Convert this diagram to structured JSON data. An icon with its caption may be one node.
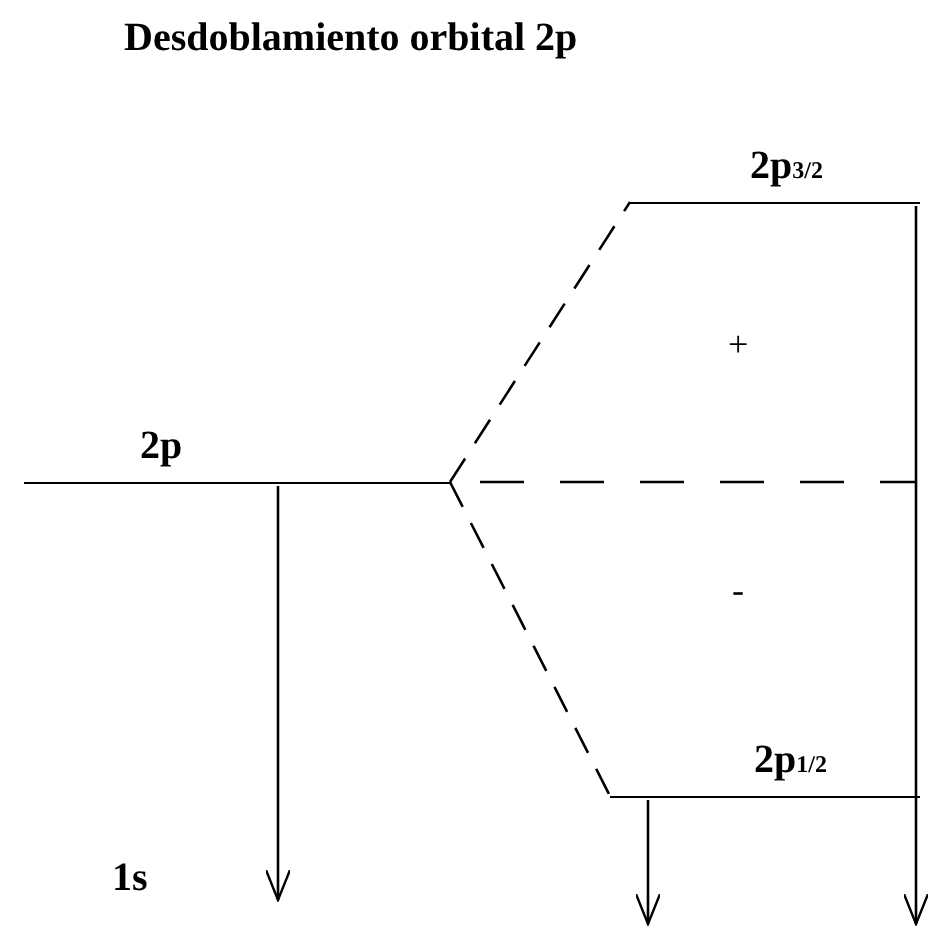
{
  "diagram": {
    "title": "Desdoblamiento orbital 2p",
    "nodes": [
      {
        "text": [
          "2p"
        ]
      },
      {
        "text": [
          "2p$_{3/2}$"
        ]
      },
      {
        "text": [
          "2p$_{1/2}$"
        ]
      }
    ],
    "edges": [
      {
        "from": 0,
        "to": 1,
        "arrow": "none",
        "style": "dashed"
      },
      {
        "from": 0,
        "to": 2,
        "arrow": "none",
        "style": "dashed"
      },
      {
        "from": 0,
        "to": null,
        "arrow": "to"
      },
      {
        "from": 2,
        "to": null,
        "arrow": "to"
      },
      {
        "from": 1,
        "to": null,
        "arrow": "to"
      }
    ],
    "labels": [
      "+",
      "-",
      "1s"
    ]
  }
}
